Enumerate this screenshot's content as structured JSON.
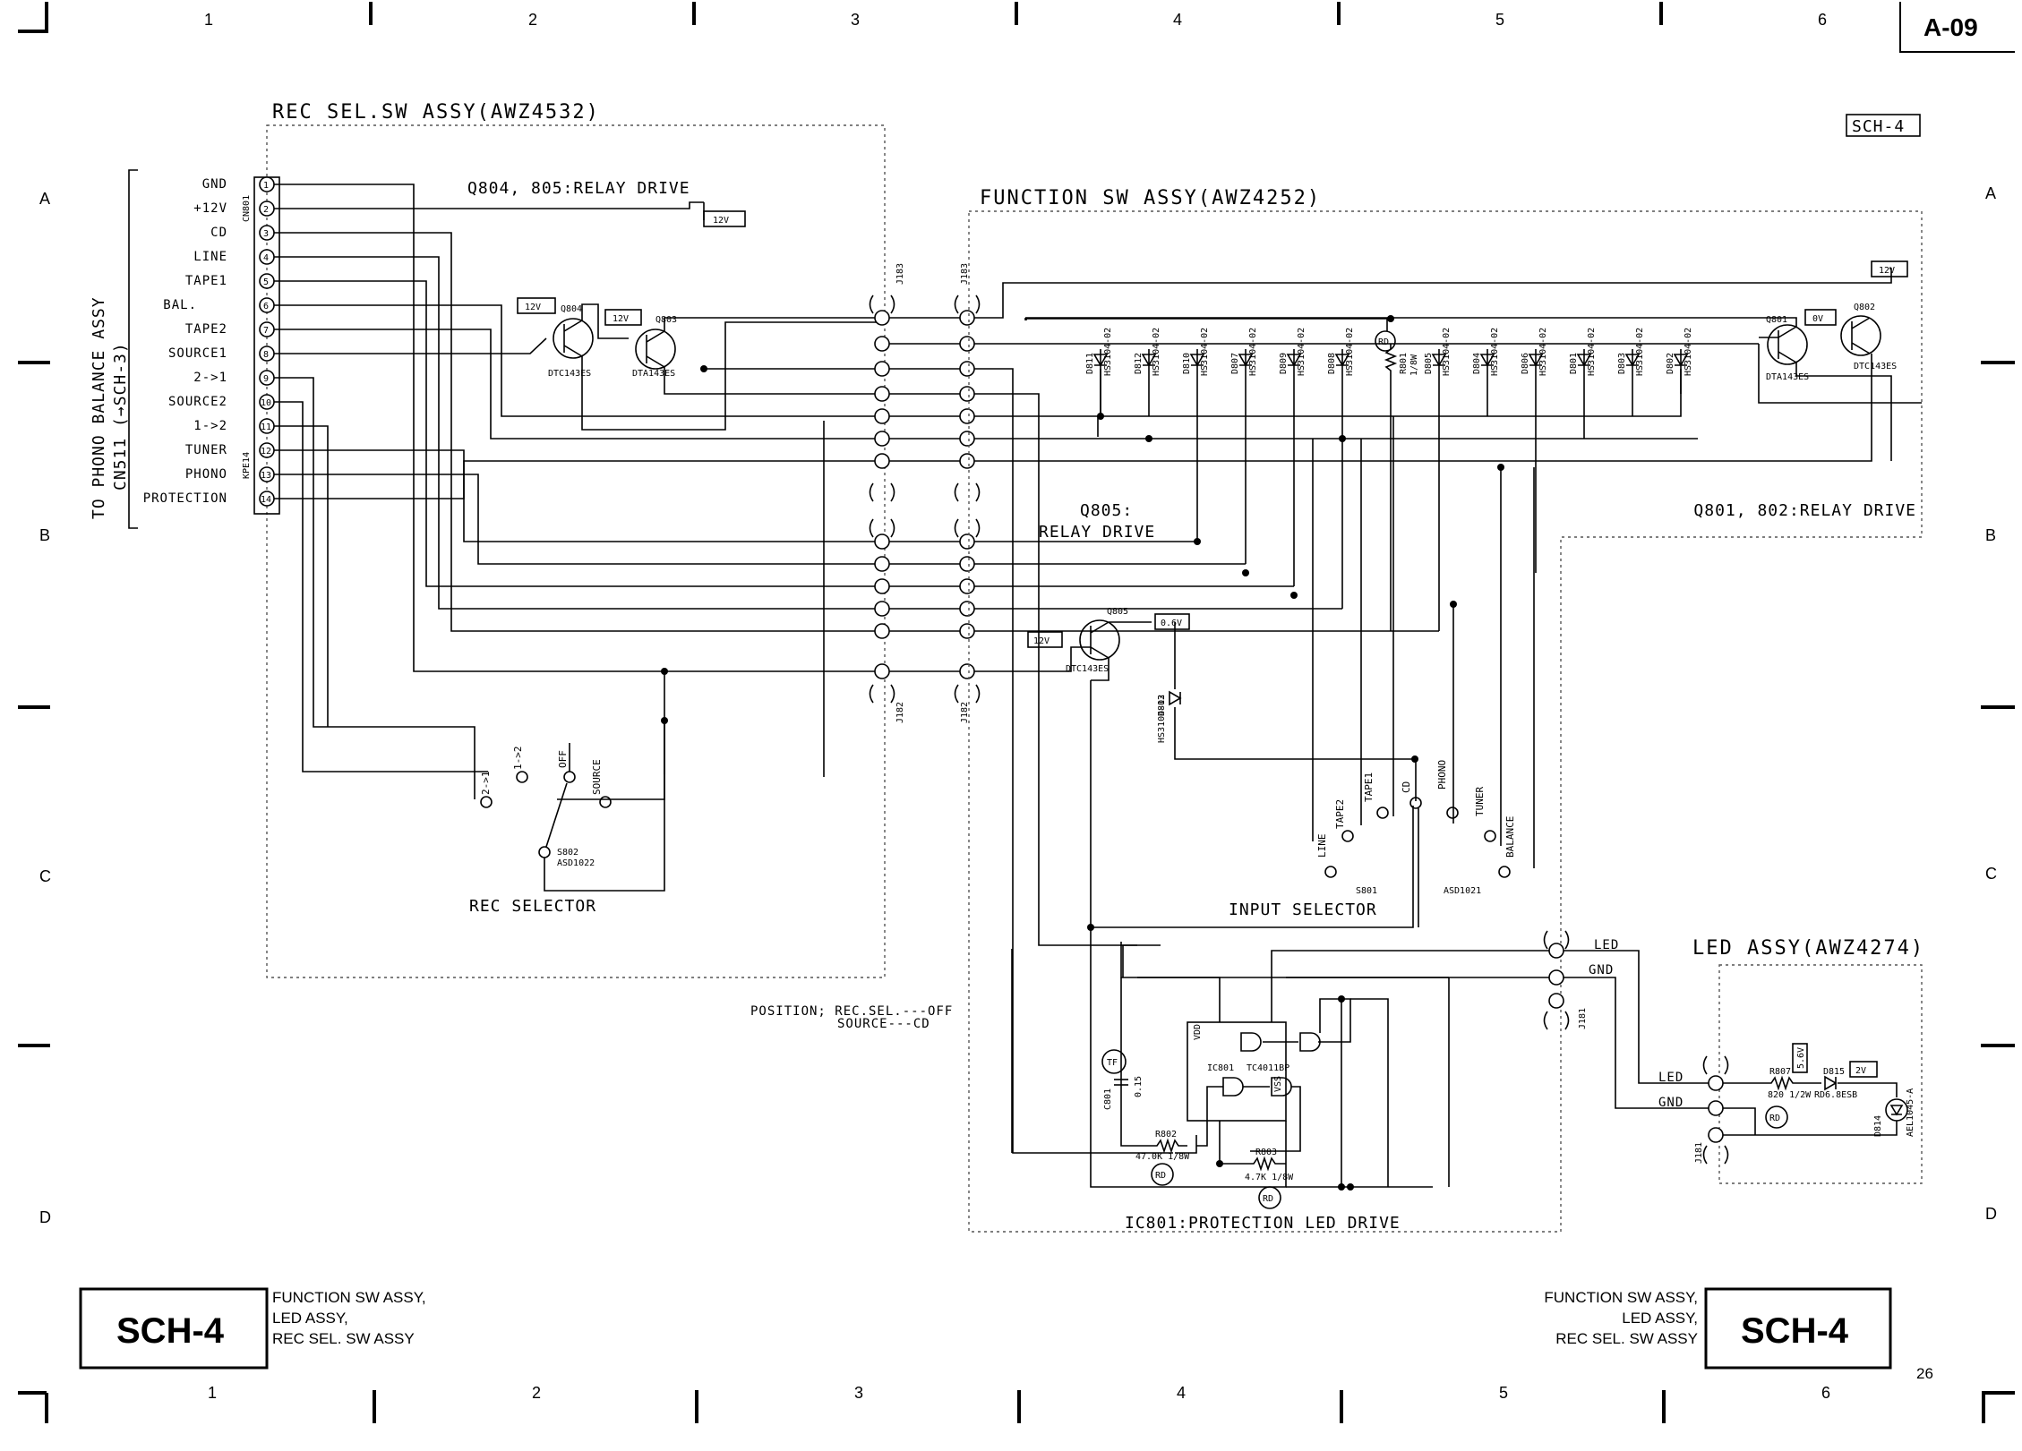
{
  "sheet": {
    "ref": "A-09",
    "sch_tag": "SCH-4",
    "page_number": "26",
    "col_numbers": [
      "1",
      "2",
      "3",
      "4",
      "5",
      "6"
    ],
    "row_letters": [
      "A",
      "B",
      "C",
      "D"
    ],
    "title_box_left": {
      "code": "SCH-4",
      "lines": [
        "FUNCTION SW ASSY,",
        "LED ASSY,",
        "REC SEL. SW ASSY"
      ]
    },
    "title_box_right": {
      "code": "SCH-4",
      "lines": [
        "FUNCTION SW ASSY,",
        "LED ASSY,",
        "REC SEL. SW ASSY"
      ]
    }
  },
  "rec_sel_assy": {
    "title": "REC SEL.SW ASSY(AWZ4532)",
    "side_label_1": "TO PHONO BALANCE ASSY",
    "side_label_2": "CN511 (→SCH-3)",
    "connector_top": "CN801",
    "connector_bottom": "KPE14",
    "pins": [
      "GND",
      "+12V",
      "CD",
      "LINE",
      "TAPE1",
      "BAL.",
      "TAPE2",
      "SOURCE1",
      "2->1",
      "SOURCE2",
      "1->2",
      "TUNER",
      "PHONO",
      "PROTECTION"
    ],
    "pin_numbers": [
      "1",
      "2",
      "3",
      "4",
      "5",
      "6",
      "7",
      "8",
      "9",
      "10",
      "11",
      "12",
      "13",
      "14"
    ],
    "relay_drive_title": "Q804, 805:RELAY DRIVE",
    "q804": "Q804",
    "q804_part": "DTC143ES",
    "q803": "Q803",
    "q803_part": "DTA143ES",
    "v_main": "12V",
    "v_q804": "12V",
    "v_q803": "12V",
    "selector_title": "REC SELECTOR",
    "selector_ref": "S802",
    "selector_part": "ASD1022",
    "sel_positions": [
      "2->1",
      "1->2",
      "OFF",
      "SOURCE"
    ]
  },
  "function_assy": {
    "title": "FUNCTION SW ASSY(AWZ4252)",
    "jumper_top_left": "J183",
    "jumper_top_right": "J183",
    "jumper_bottom_left": "J182",
    "jumper_bottom_right": "J182",
    "diode_refs": [
      "D811",
      "D812",
      "D810",
      "D807",
      "D809",
      "D808",
      "R801",
      "D805",
      "D804",
      "D806",
      "D801",
      "D803",
      "D802"
    ],
    "diode_part": "HS3104-02",
    "r801_value": "1/8W",
    "rd_mark": "RD",
    "q801": "Q801",
    "q801_part": "DTA143ES",
    "q802": "Q802",
    "q802_part": "DTC143ES",
    "v_q801": "0V",
    "v_q802": "12V",
    "relay_drive_title": "Q801, 802:RELAY DRIVE",
    "q805_label_1": "Q805:",
    "q805_label_2": "RELAY DRIVE",
    "q805": "Q805",
    "q805_part": "DTC143ES",
    "v_q805_b": "0.6V",
    "v_q805_c": "12V",
    "d813": "D813",
    "d813_part": "HS3104-02",
    "input_positions": [
      "LINE",
      "TAPE2",
      "TAPE1",
      "CD",
      "PHONO",
      "TUNER",
      "BALANCE"
    ],
    "input_selector_title": "INPUT SELECTOR",
    "input_selector_ref": "S801",
    "input_selector_part": "ASD1021",
    "position_note_1": "POSITION; REC.SEL.---OFF",
    "position_note_2": "SOURCE---CD",
    "ic_title": "IC801:PROTECTION LED DRIVE",
    "ic_ref": "IC801",
    "ic_part": "TC4011BP",
    "ic_vdd": "VDD",
    "ic_vss": "VSS",
    "c801": "C801",
    "c801_value": "0.15",
    "tf_mark": "TF",
    "r802": "R802",
    "r802_value": "47.0K 1/8W",
    "r803": "R803",
    "r803_value": "4.7K 1/8W",
    "j181": "J181",
    "led_out": "LED",
    "gnd_out": "GND"
  },
  "led_assy": {
    "title": "LED ASSY(AWZ4274)",
    "led_in": "LED",
    "gnd_in": "GND",
    "j181": "J181",
    "r807": "R807",
    "r807_value": "820 1/2W",
    "d815": "D815",
    "d815_part": "RD6.8ESB",
    "d814": "D814",
    "d814_part": "AEL1045-A",
    "v_r807": "5.6V",
    "v_d815": "2V"
  }
}
